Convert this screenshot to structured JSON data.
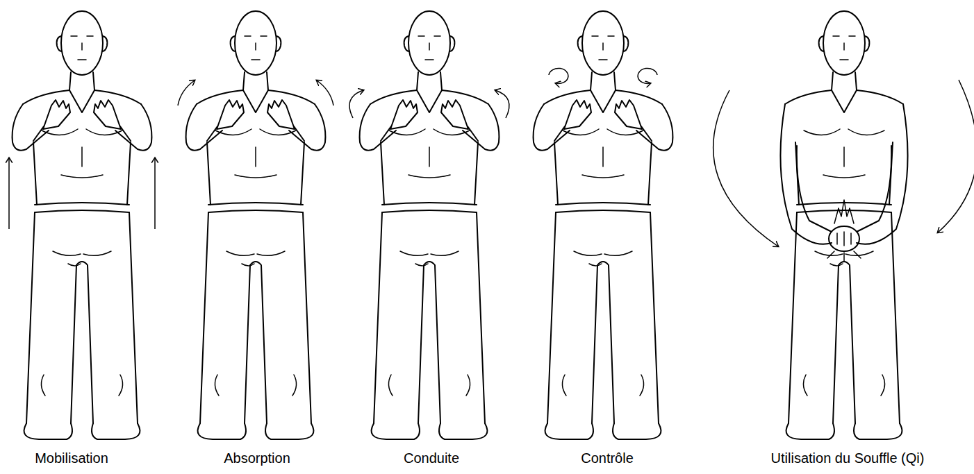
{
  "diagram": {
    "labels": [
      "Mobilisation",
      "Absorption",
      "Conduite",
      "Contrôle",
      "Utilisation du Souffle (Qi)"
    ]
  }
}
